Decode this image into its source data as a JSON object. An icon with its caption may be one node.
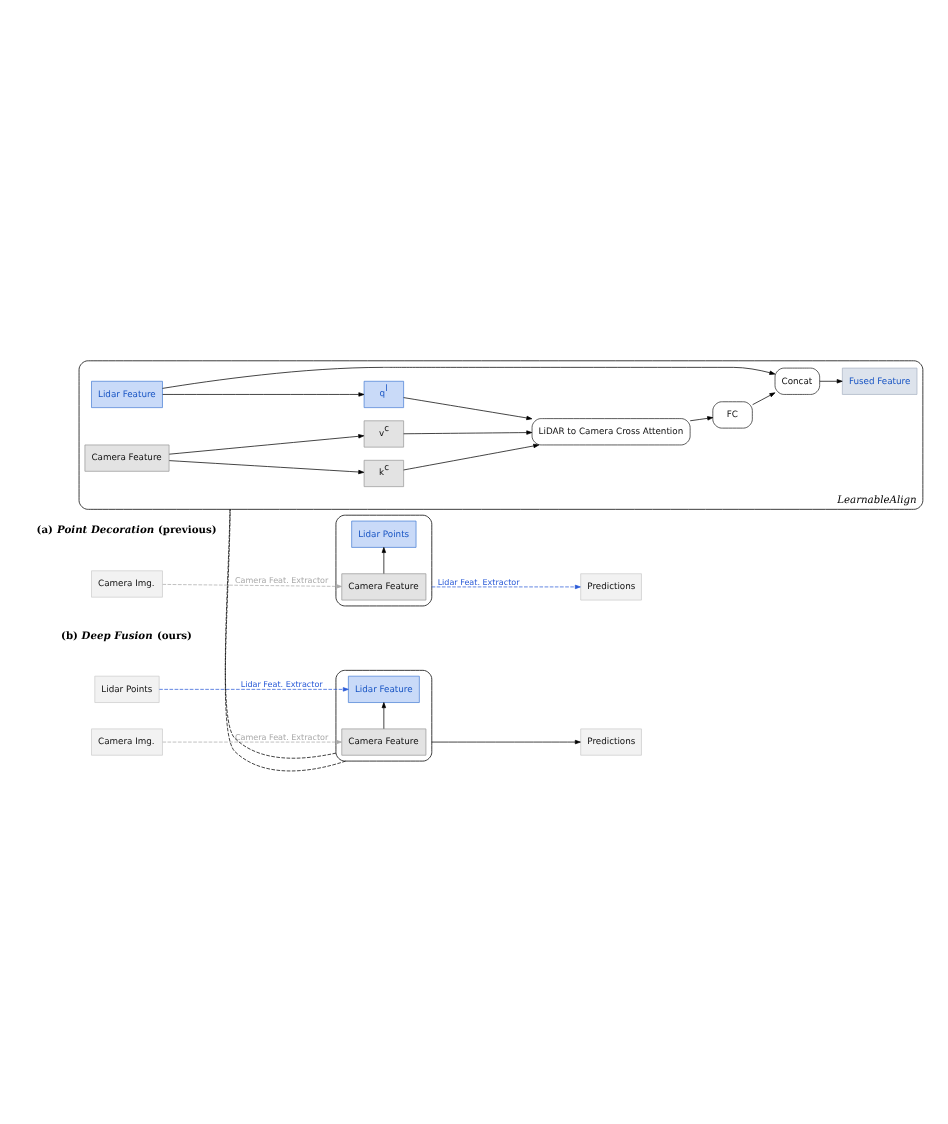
{
  "diagram": {
    "nodes": [
      {
        "text": [
          "Camera Img."
        ]
      },
      {
        "text": [],
        "shape": "box"
      },
      {
        "text": [
          "Lidar Points"
        ],
        "in": 1
      },
      {
        "text": [
          "Camera Feature"
        ],
        "in": 1
      },
      {
        "text": [
          "Predictions"
        ]
      },
      {
        "text": [
          "Lidar Points"
        ]
      },
      {
        "text": [
          "Camera Img."
        ]
      },
      {
        "text": [],
        "shape": "box"
      },
      {
        "text": [
          "Lidar Feature"
        ],
        "in": 7
      },
      {
        "text": [
          "Camera Feature"
        ],
        "in": 7
      },
      {
        "text": [
          "Predictions"
        ]
      },
      {
        "text": [
          "LearnableAlign"
        ]
      },
      {
        "text": [
          "Lidar Feature"
        ],
        "in": 11
      },
      {
        "text": [
          "q$^{l}$"
        ],
        "in": 11
      },
      {
        "text": [
          "Camera Feature"
        ],
        "in": 11
      },
      {
        "text": [
          "k$^{c}$"
        ],
        "in": 11
      },
      {
        "text": [
          "v$^{c}$"
        ],
        "in": 11
      },
      {
        "text": [
          "LiDAR to Camera Cross Attention"
        ],
        "in": 11
      },
      {
        "text": [
          "Concat"
        ],
        "in": 11
      },
      {
        "text": [
          "FC"
        ],
        "in": 11
      },
      {
        "text": [
          "Fused Feature"
        ],
        "in": 11
      }
    ],
    "edges": [
      {
        "from": 0,
        "to": 3,
        "arrow": "to",
        "label": "Camera Feat. Extractor",
        "style": "dashed",
        "color": "#aaaaaa"
      },
      {
        "from": 3,
        "to": 2,
        "arrow": "to"
      },
      {
        "from": 1,
        "to": 4,
        "arrow": "to",
        "label": "Lidar Feat. Extractor",
        "style": "dashed",
        "color": "#2a5bd7"
      },
      {
        "from": 5,
        "to": 8,
        "arrow": "to",
        "label": "Lidar Feat. Extractor",
        "style": "dashed",
        "color": "#2a5bd7"
      },
      {
        "from": 6,
        "to": 9,
        "arrow": "to",
        "label": "Camera Feat. Extractor",
        "style": "dashed",
        "color": "#aaaaaa"
      },
      {
        "from": 9,
        "to": 8,
        "arrow": "to"
      },
      {
        "from": 7,
        "to": 10,
        "arrow": "to"
      },
      {
        "from": 7,
        "to": 11,
        "arrow": "none",
        "style": "dashed"
      },
      {
        "from": 7,
        "to": 11,
        "arrow": "none",
        "style": "dashed"
      },
      {
        "from": 12,
        "to": 18,
        "arrow": "to"
      },
      {
        "from": 12,
        "to": 13,
        "arrow": "to"
      },
      {
        "from": 13,
        "to": 17,
        "arrow": "to"
      },
      {
        "from": 14,
        "to": 15,
        "arrow": "to"
      },
      {
        "from": 14,
        "to": 16,
        "arrow": "to"
      },
      {
        "from": 15,
        "to": 17,
        "arrow": "to"
      },
      {
        "from": 16,
        "to": 17,
        "arrow": "to"
      },
      {
        "from": 17,
        "to": 19,
        "arrow": "to"
      },
      {
        "from": 19,
        "to": 18,
        "arrow": "to"
      },
      {
        "from": 18,
        "to": 20,
        "arrow": "to"
      }
    ],
    "labels": [
      "(a) *Point Decoration* (previous)",
      "(b) *Deep Fusion* (ours)"
    ]
  }
}
